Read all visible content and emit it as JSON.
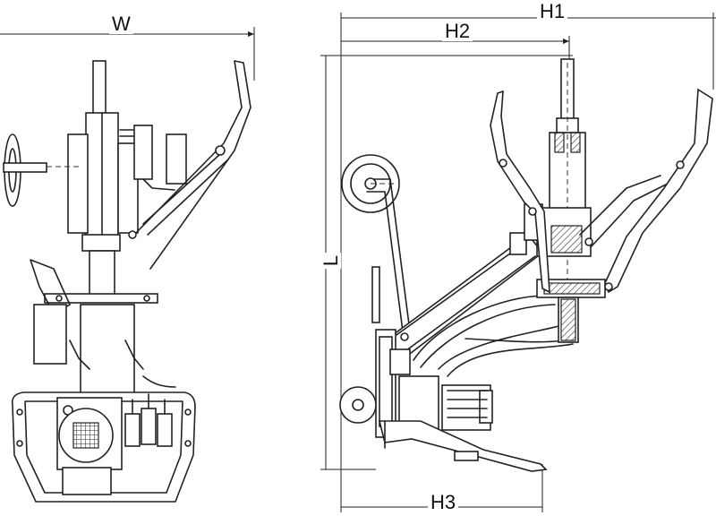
{
  "dimensions": {
    "w": "W",
    "h1": "H1",
    "h2": "H2",
    "h3": "H3",
    "l": "L"
  }
}
